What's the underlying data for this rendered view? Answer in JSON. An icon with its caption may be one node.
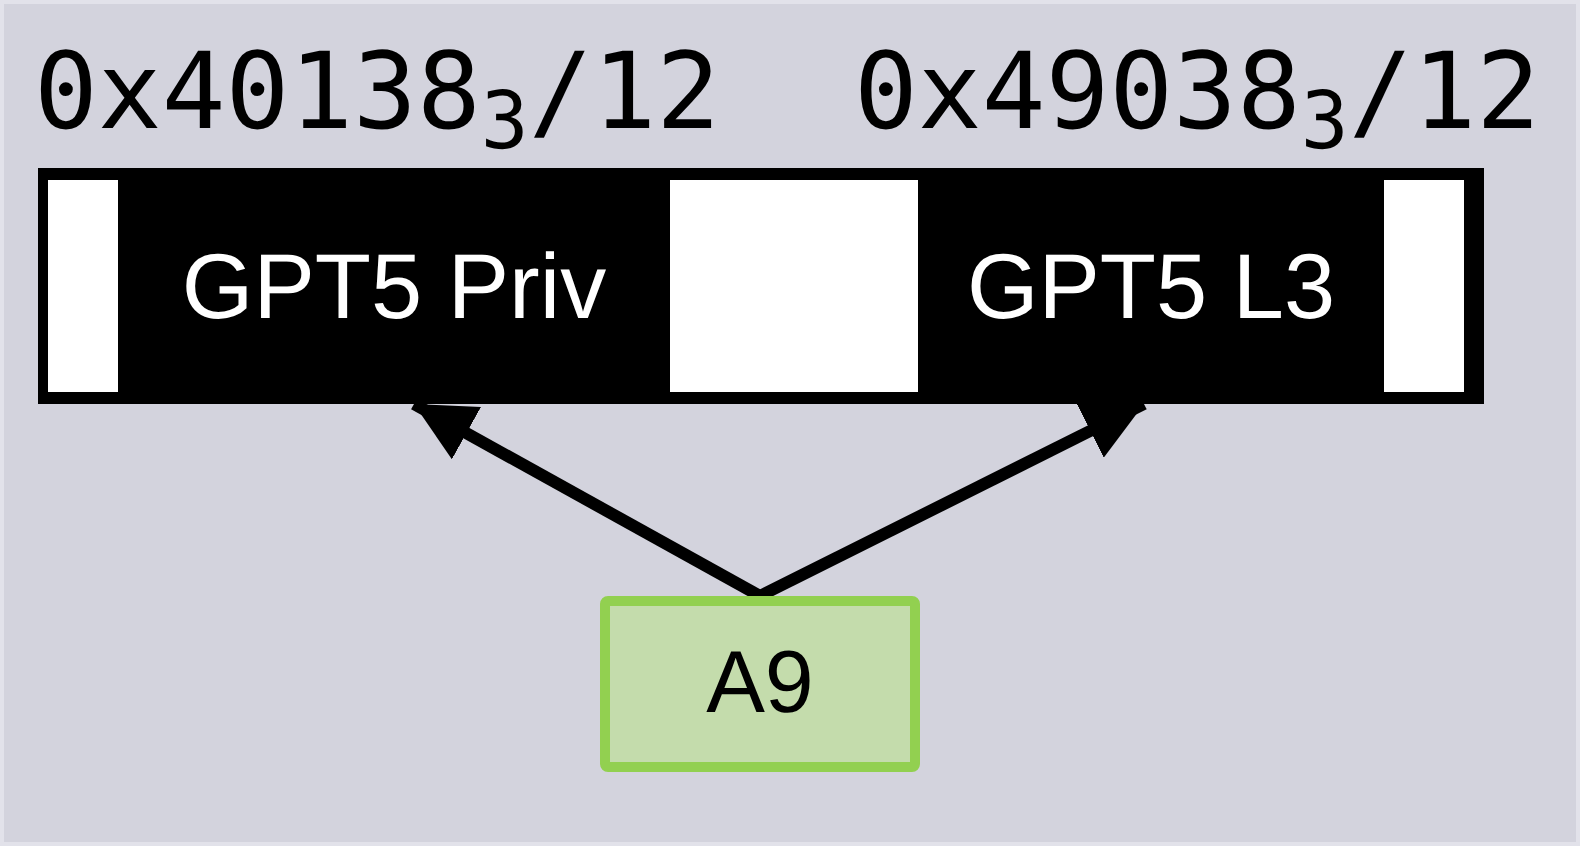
{
  "diagram": {
    "nodes": [
      {
        "text": [],
        "shape": "bar"
      },
      {
        "text": [],
        "shape": "box",
        "in": 0
      },
      {
        "text": [
          "GPT5 Priv"
        ],
        "in": 0
      },
      {
        "text": [],
        "shape": "box",
        "in": 0
      },
      {
        "text": [
          "GPT5 L3"
        ],
        "in": 0
      },
      {
        "text": [],
        "shape": "box",
        "in": 0
      },
      {
        "text": [
          "A9"
        ]
      }
    ],
    "edges": [
      {
        "from": 6,
        "to": 2,
        "arrow": "to"
      },
      {
        "from": 6,
        "to": 4,
        "arrow": "to"
      }
    ],
    "labels": [
      "0x40138$_{3}$/12",
      "0x49038$_{3}$/12"
    ]
  }
}
